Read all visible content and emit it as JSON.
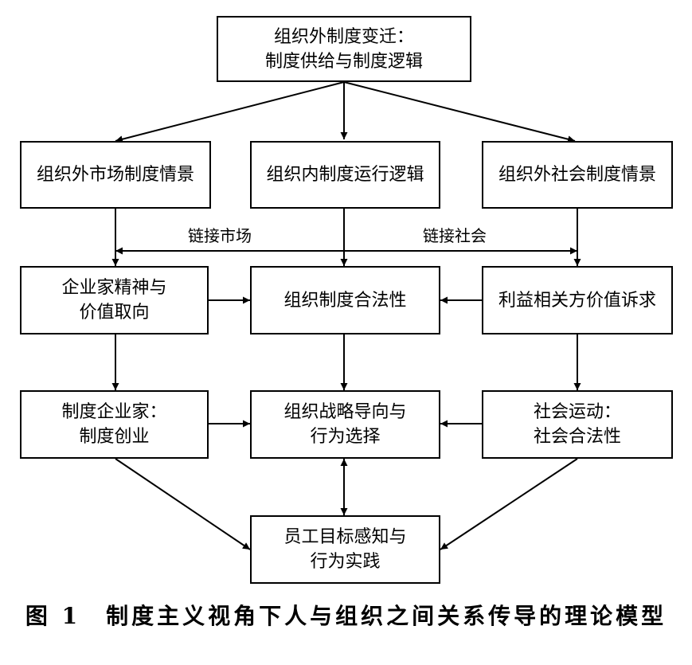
{
  "nodes": {
    "top": "组织外制度变迁：\n制度供给与制度逻辑",
    "market": "组织外市场制度情景",
    "internal": "组织内制度运行逻辑",
    "social": "组织外社会制度情景",
    "entrepreneur_spirit": "企业家精神与\n价值取向",
    "legitimacy": "组织制度合法性",
    "stakeholder": "利益相关方价值诉求",
    "institutional_entrepreneur": "制度企业家：\n制度创业",
    "strategy": "组织战略导向与\n行为选择",
    "social_movement": "社会运动：\n社会合法性",
    "employee": "员工目标感知与\n行为实践"
  },
  "edge_labels": {
    "link_market": "链接市场",
    "link_society": "链接社会"
  },
  "caption": "图 1　制度主义视角下人与组织之间关系传导的理论模型"
}
